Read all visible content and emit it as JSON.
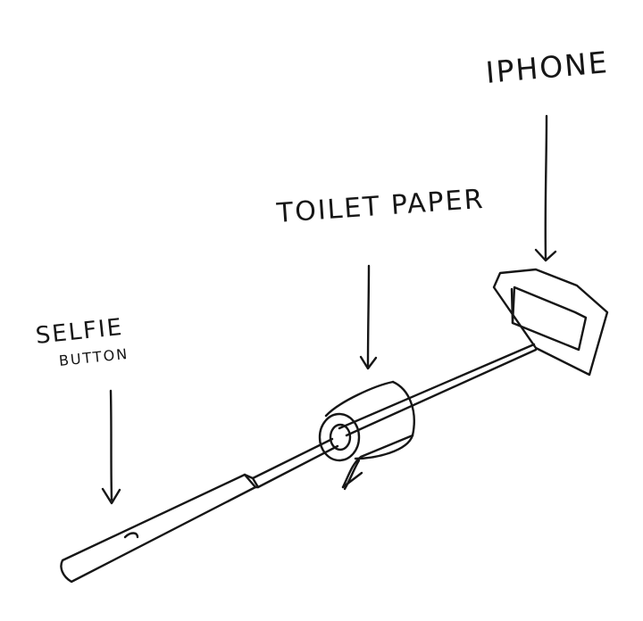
{
  "labels": {
    "iphone": "IPHONE",
    "toilet_paper": "TOILET PAPER",
    "selfie_line1": "SELFIE",
    "selfie_line2": "BUTTON"
  },
  "colors": {
    "ink": "#161616",
    "paper": "#ffffff"
  }
}
